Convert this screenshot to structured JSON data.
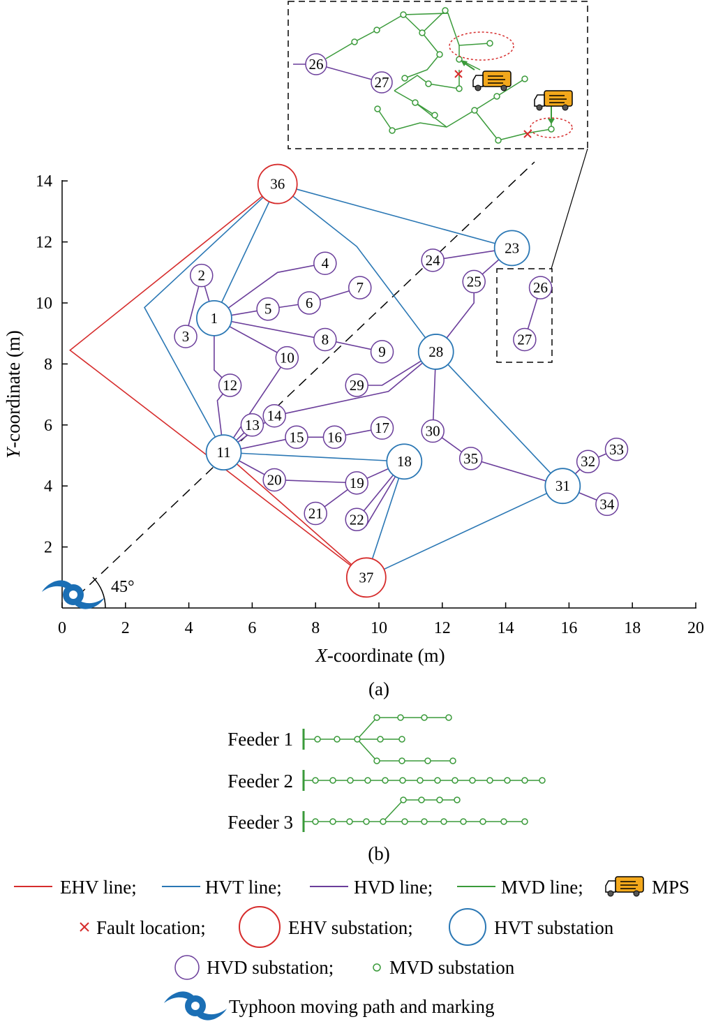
{
  "axes": {
    "x_ticks": [
      "0",
      "2",
      "4",
      "6",
      "8",
      "10",
      "12",
      "14",
      "16",
      "18",
      "20"
    ],
    "y_ticks": [
      "2",
      "4",
      "6",
      "8",
      "10",
      "12",
      "14"
    ],
    "x_title_var": "X",
    "x_title_rest": "-coordinate (m)",
    "y_title_var": "Y",
    "y_title_rest": "-coordinate (m)",
    "angle_label": "45°"
  },
  "captions": {
    "a": "(a)",
    "b": "(b)"
  },
  "colors": {
    "ehv": "#d62c2c",
    "hvt": "#2a77b4",
    "hvd": "#6a3d9a",
    "mvd": "#3a9a3a",
    "fault": "#d62c2c",
    "mps": "#f3a81c",
    "typhoon": "#1b6fb5"
  },
  "network": {
    "ehv_nodes": [
      {
        "id": "36",
        "x": 6.8,
        "y": 13.9
      },
      {
        "id": "37",
        "x": 9.6,
        "y": 1.0
      }
    ],
    "hvt_nodes": [
      {
        "id": "1",
        "x": 4.8,
        "y": 9.5
      },
      {
        "id": "11",
        "x": 5.1,
        "y": 5.1
      },
      {
        "id": "18",
        "x": 10.8,
        "y": 4.8
      },
      {
        "id": "23",
        "x": 14.2,
        "y": 11.8
      },
      {
        "id": "28",
        "x": 11.8,
        "y": 8.4
      },
      {
        "id": "31",
        "x": 15.8,
        "y": 4.0
      }
    ],
    "hvd_nodes": [
      {
        "id": "2",
        "x": 4.4,
        "y": 10.9
      },
      {
        "id": "3",
        "x": 3.9,
        "y": 8.9
      },
      {
        "id": "4",
        "x": 8.3,
        "y": 11.3
      },
      {
        "id": "5",
        "x": 6.5,
        "y": 9.8
      },
      {
        "id": "6",
        "x": 7.8,
        "y": 10.0
      },
      {
        "id": "7",
        "x": 9.4,
        "y": 10.5
      },
      {
        "id": "8",
        "x": 8.3,
        "y": 8.8
      },
      {
        "id": "9",
        "x": 10.1,
        "y": 8.4
      },
      {
        "id": "10",
        "x": 7.1,
        "y": 8.2
      },
      {
        "id": "12",
        "x": 5.3,
        "y": 7.3
      },
      {
        "id": "13",
        "x": 6.0,
        "y": 6.0
      },
      {
        "id": "14",
        "x": 6.7,
        "y": 6.3
      },
      {
        "id": "15",
        "x": 7.4,
        "y": 5.6
      },
      {
        "id": "16",
        "x": 8.6,
        "y": 5.6
      },
      {
        "id": "17",
        "x": 10.1,
        "y": 5.9
      },
      {
        "id": "19",
        "x": 9.3,
        "y": 4.1
      },
      {
        "id": "20",
        "x": 6.7,
        "y": 4.2
      },
      {
        "id": "21",
        "x": 8.0,
        "y": 3.1
      },
      {
        "id": "22",
        "x": 9.3,
        "y": 2.9
      },
      {
        "id": "24",
        "x": 11.7,
        "y": 11.4
      },
      {
        "id": "25",
        "x": 13.0,
        "y": 10.7
      },
      {
        "id": "26",
        "x": 15.1,
        "y": 10.5
      },
      {
        "id": "27",
        "x": 14.6,
        "y": 8.8
      },
      {
        "id": "29",
        "x": 9.3,
        "y": 7.3
      },
      {
        "id": "30",
        "x": 11.7,
        "y": 5.8
      },
      {
        "id": "32",
        "x": 16.6,
        "y": 4.8
      },
      {
        "id": "33",
        "x": 17.5,
        "y": 5.2
      },
      {
        "id": "34",
        "x": 17.2,
        "y": 3.4
      },
      {
        "id": "35",
        "x": 12.9,
        "y": 4.9
      }
    ]
  },
  "feeders": [
    {
      "label": "Feeder 1"
    },
    {
      "label": "Feeder 2"
    },
    {
      "label": "Feeder 3"
    }
  ],
  "legend": {
    "row1": {
      "ehv": "EHV line;",
      "hvt": "HVT line;",
      "hvd": "HVD line;",
      "mvd": "MVD line;",
      "mps": "MPS"
    },
    "row2": {
      "fault": "Fault location;",
      "ehv_sub": "EHV substation;",
      "hvt_sub": "HVT substation"
    },
    "row3": {
      "hvd_sub": "HVD substation;",
      "mvd_sub": "MVD substation"
    },
    "row4": {
      "typhoon": "Typhoon moving path and marking"
    }
  }
}
